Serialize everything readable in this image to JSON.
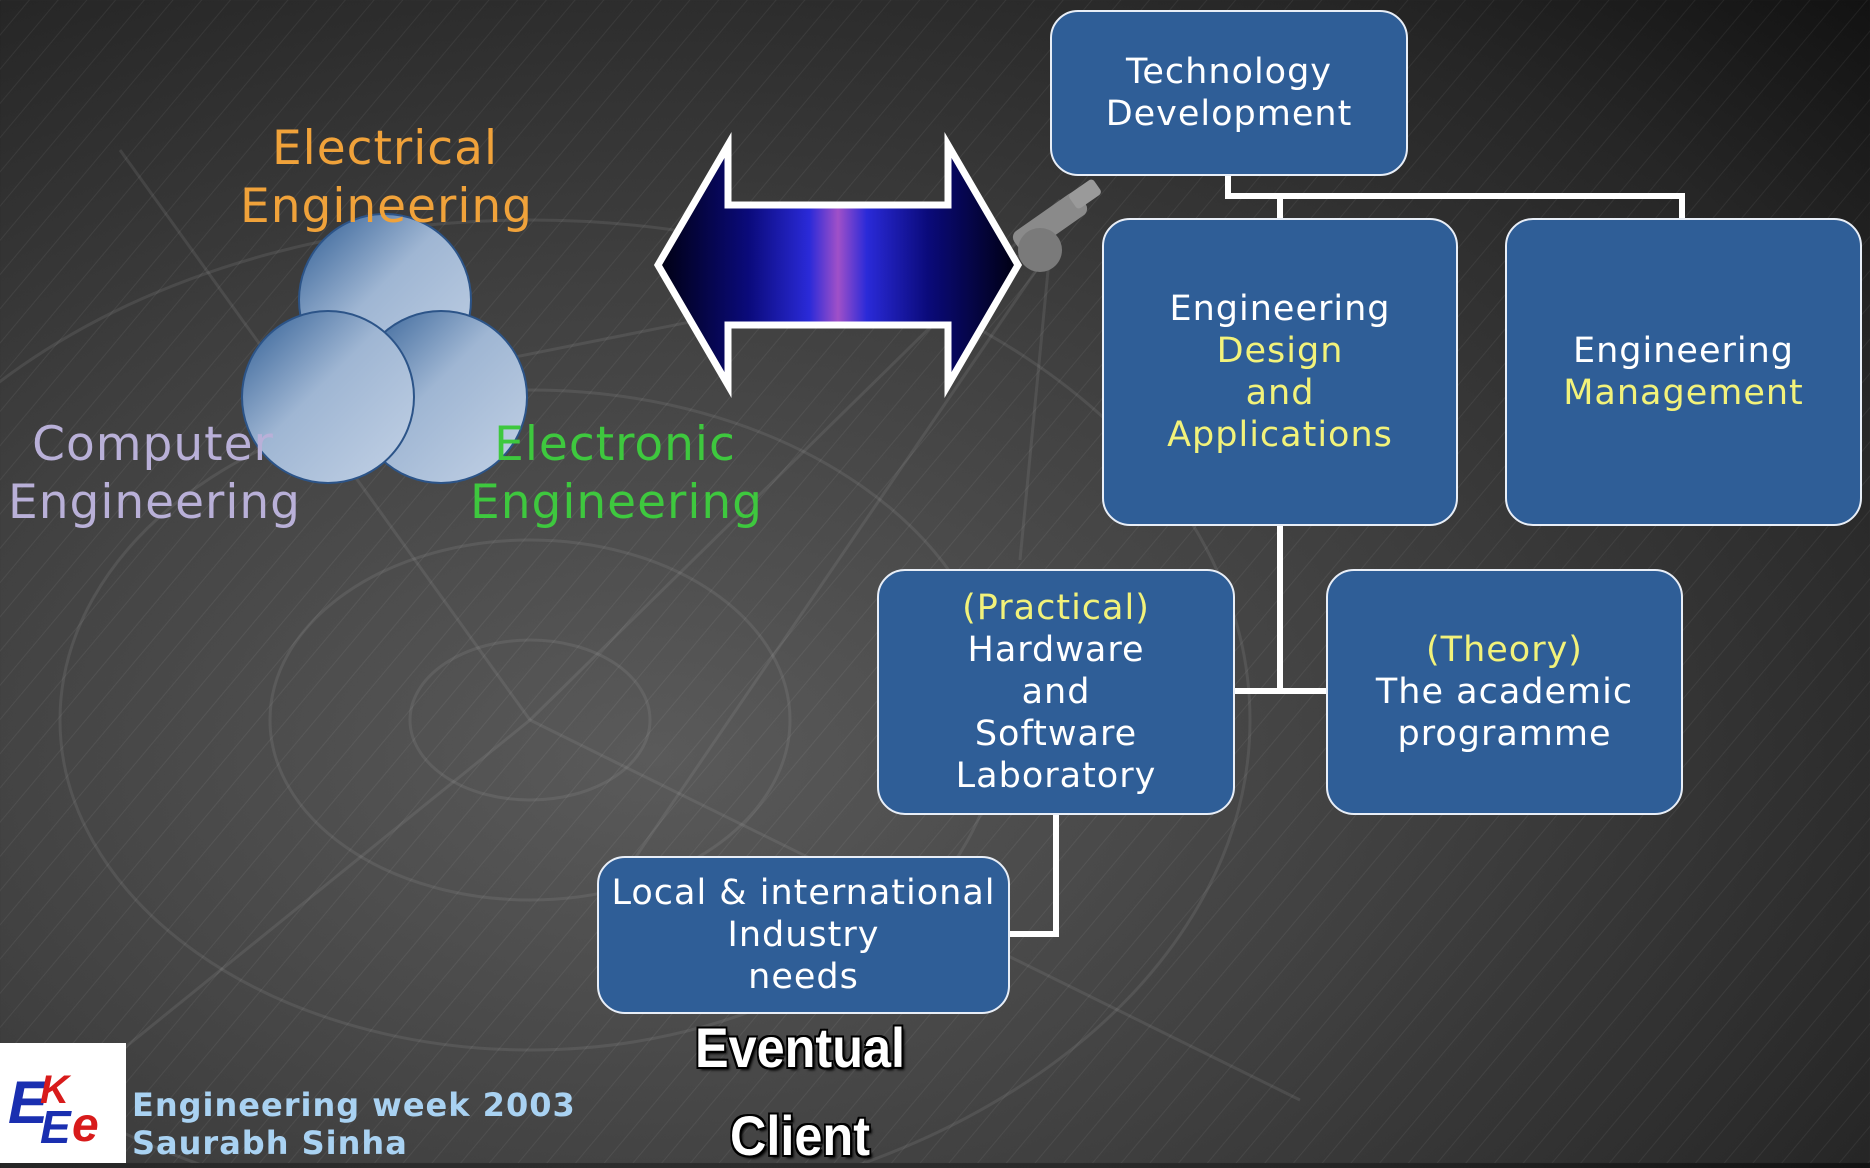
{
  "venn": {
    "electrical": [
      "Electrical",
      "Engineering"
    ],
    "computer": [
      "Computer",
      "Engineering"
    ],
    "electronic": [
      "Electronic",
      "Engineering"
    ]
  },
  "boxes": {
    "technology": {
      "lines": [
        "Technology",
        "Development"
      ]
    },
    "design": {
      "line1": "Engineering",
      "line2": "Design",
      "line3": "and",
      "line4": "Applications"
    },
    "management": {
      "line1": "Engineering",
      "line2": "Management"
    },
    "practical": {
      "tag": "(Practical)",
      "lines": [
        "Hardware",
        "and",
        "Software",
        "Laboratory"
      ]
    },
    "theory": {
      "tag": "(Theory)",
      "lines": [
        "The academic",
        "programme"
      ]
    },
    "industry": {
      "lines": [
        "Local & international",
        "Industry",
        "needs"
      ]
    }
  },
  "eventual": [
    "Eventual",
    "Client"
  ],
  "footer": {
    "line1": "Engineering week 2003",
    "line2": "Saurabh Sinha",
    "logo_text": "EEKe"
  },
  "colors": {
    "box_fill": "#2f5e97",
    "highlight": "#f2f27a",
    "electrical": "#f0a23a",
    "computer": "#b9b0d8",
    "electronic": "#3ec83e"
  }
}
